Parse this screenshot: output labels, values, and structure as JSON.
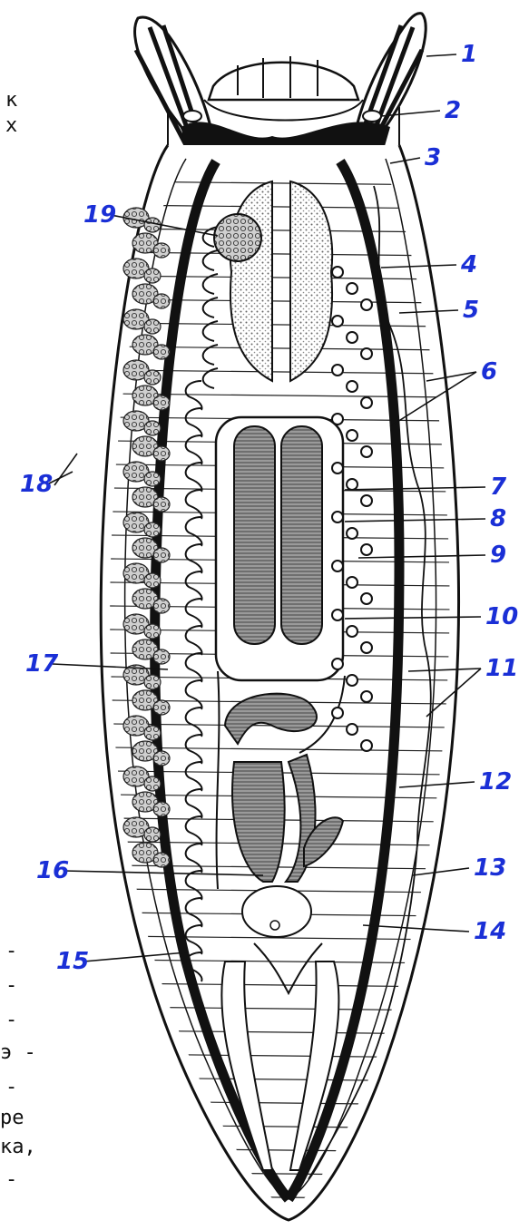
{
  "diagram": {
    "labels": [
      "1",
      "2",
      "3",
      "4",
      "5",
      "6",
      "7",
      "8",
      "9",
      "10",
      "11",
      "12",
      "13",
      "14",
      "15",
      "16",
      "17",
      "18",
      "19"
    ],
    "edge_text": {
      "top_k": "к",
      "top_x": "х",
      "d1": "-",
      "d2": "-",
      "d3": "-",
      "d4": "э -",
      "d5": "-",
      "d6": "ре",
      "d7": "ка,",
      "d8": "-"
    },
    "colors": {
      "label": "#1a2fd6",
      "ink": "#111111",
      "stipple": "#6a6a6a"
    }
  }
}
